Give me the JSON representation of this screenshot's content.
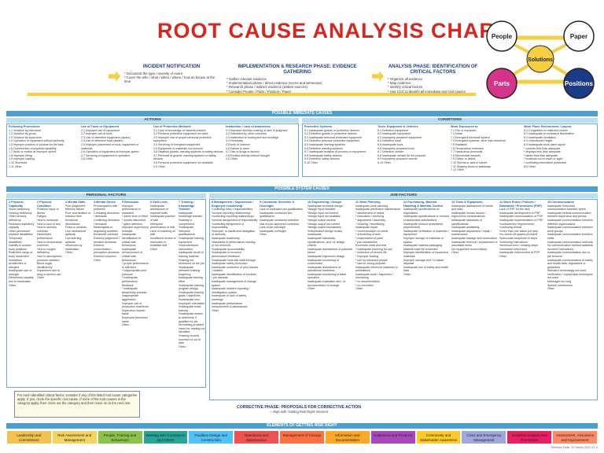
{
  "title": "ROOT CAUSE ANALYSIS CHART",
  "puzzle": {
    "people": "People",
    "paper": "Paper",
    "solutions": "Solutions",
    "parts": "Parts",
    "positions": "Positions"
  },
  "top_steps": {
    "incident": {
      "heading": "INCIDENT NOTIFICATION"
    },
    "implementation": {
      "heading": "IMPLEMENTATION & RESEARCH PHASE: EVIDENCE GATHERING",
      "items": [
        "* Gather relevant evidence",
        "* Implementation phase / direct evidence (scene and witnesses)",
        "* Research phase / indirect evidence (written sources)",
        "* Consider People / Parts / Position / Paper"
      ]
    },
    "analysis": {
      "heading": "ANALYSIS PHASE: IDENTIFICATION OF CRITICAL FACTORS",
      "items": [
        "* Organize all evidence",
        "* Map evidence",
        "* Identify critical factors",
        "* Use CCC to identify all immediate and root causes"
      ]
    },
    "incident_items": [
      "* Document the type / severity of event",
      "* Cover the who / what / when / where / how as known at the time"
    ]
  },
  "bands": {
    "immediate": "POSSIBLE IMMEDIATE CAUSES",
    "actions": "ACTIONS",
    "conditions": "CONDITIONS",
    "system": "POSSIBLE SYSTEM CAUSES",
    "personal": "PERSONAL FACTORS",
    "job": "JOB FACTORS",
    "elements": "ELEMENTS OF GETTING RISK RIGHT"
  },
  "note": "For each identified critical factor, consider if any of the listed root cause categories apply. If yes, circle the specific root cause. If none of the root causes in the category apply, then cross out the category and then move on to the next one.",
  "corrective": {
    "title": "CORRECTIVE PHASE: PROPOSALS FOR CORRECTIVE ACTION",
    "subtitle": "~ Align with 'Getting Risk Right' element"
  },
  "elements": [
    {
      "label": "Leadership and Commitment",
      "color": "#f2c14e"
    },
    {
      "label": "Risk Assessment and Management",
      "color": "#f4d35e"
    },
    {
      "label": "People, Training and Behaviours",
      "color": "#8bc34a"
    },
    {
      "label": "Working with Contractors and Others",
      "color": "#26a69a"
    },
    {
      "label": "Facilities Design and Construction",
      "color": "#4fc3f7"
    },
    {
      "label": "Operations and Maintenance",
      "color": "#ef5350"
    },
    {
      "label": "Management of Change",
      "color": "#ff7043"
    },
    {
      "label": "Information and Documentation",
      "color": "#ffa726"
    },
    {
      "label": "Customers and Products",
      "color": "#ab47bc"
    },
    {
      "label": "Community and Stakeholder Awareness",
      "color": "#ffca28"
    },
    {
      "label": "Crisis and Emergency Management",
      "color": "#9fa8da"
    },
    {
      "label": "Incidents Analysis and Prevention",
      "color": "#e91e63"
    },
    {
      "label": "Assessment, Assurance and Improvement",
      "color": "#ff8a65"
    }
  ],
  "footer": "Revision Date: 10 March 2011 V1.4",
  "actions_cols": [
    {
      "h": "Following Procedures",
      "items": [
        "1.1 Violation by individual",
        "1.2 Violation by group",
        "1.3 Violation by supervisor",
        "1.4 Operation of equipment without authority",
        "1.5 Improper position or posture for the task",
        "1.6 Overexertion of physical capability",
        "1.7 Work or motion at improper speed",
        "1.8 Improper lifting",
        "1.9 Improper loading",
        "1.10 Shortcuts",
        "1.11 Other"
      ]
    },
    {
      "h": "Use of Tools or Equipment",
      "items": [
        "2.1 Improper use of equipment",
        "2.2 Improper use of tools",
        "2.3 Use of defective equipment (aware)",
        "2.4 Use of defective tools (aware)",
        "2.5 Improper placement of tools, equipment or materials",
        "2.6 Operation of equipment at improper speed",
        "2.7 Servicing of equipment in operation",
        "2.8 Other"
      ]
    },
    {
      "h": "Use of Protective Methods",
      "items": [
        "3.1 Lack of knowledge of hazards present",
        "3.2 Personal protective equipment not used",
        "3.3 Improper use of proper personal protective equipment",
        "3.4 Servicing of energized equipment",
        "3.5 Equipment or materials not secured",
        "3.6 Disabled guards, warning systems or safety devices",
        "3.7 Removal of guards, warning systems or safety devices",
        "3.8 Personal protective equipment not available",
        "3.9 Other"
      ]
    },
    {
      "h": "Inattention / Lack of Awareness",
      "items": [
        "4.1 Improper decision making or lack of judgment",
        "4.2 Distracted by other concerns",
        "4.3 Inattention to footing and surroundings",
        "4.4 Horseplay",
        "4.5 Acts of violence",
        "4.6 Failure to warn",
        "4.7 Use of drugs or alcohol",
        "4.8 Routine activity without thought",
        "4.9 Other"
      ]
    }
  ],
  "conditions_cols": [
    {
      "h": "Protective Systems",
      "items": [
        "5.1 Inadequate guards or protective devices",
        "5.2 Defective guards or protective devices",
        "5.3 Inadequate personal protective equipment",
        "5.4 Defective personal protective equipment",
        "5.5 Inadequate warning systems",
        "5.6 Defective warning systems",
        "5.7 Inadequate isolation of process or equipment",
        "5.8 Inadequate safety devices",
        "5.9 Defective safety devices",
        "5.10 Other"
      ]
    },
    {
      "h": "Tools, Equipment & Vehicles",
      "items": [
        "6.1 Defective equipment",
        "6.2 Inadequate equipment",
        "6.3 Improperly prepared equipment",
        "6.4 Defective tools",
        "6.5 Inadequate tools",
        "6.6 Improperly prepared tools",
        "6.7 Defective vehicle",
        "6.8 Inadequate vehicle for the purpose",
        "6.9 Improperly prepared vehicle",
        "6.10 Other"
      ]
    },
    {
      "h": "Work Exposures to",
      "items": [
        "7.1 Fire or explosion",
        "7.2 Noise",
        "7.3 Energized electrical system",
        "7.4 Energized systems, other than electrical",
        "7.5 Radiation",
        "7.6 Temperature extremes",
        "7.7 Hazardous chemicals",
        "7.8 Mechanical hazards",
        "7.9 Clutter or debris",
        "7.10 Storms or acts of nature",
        "7.11 Slippery floors or walkways",
        "7.12 Other"
      ]
    },
    {
      "h": "Work Place Environment / Layout",
      "items": [
        "8.1 Congestion or restricted motion",
        "8.2 Inadequate or excessive illumination",
        "8.3 Inadequate ventilation",
        "8.4 Unprotected height",
        "8.5 Inadequate work place layout",
        "  * controls less than adequate",
        "  * displays less than adequate",
        "  * labels less than adequate",
        "  * locations out of reach or sight",
        "  * conflicting information presented",
        "8.6 Other"
      ]
    }
  ],
  "personal_cols": [
    {
      "h": "1 Physical Capability",
      "items": [
        "Vision deficiency",
        "Hearing deficiency",
        "Other sensory deficiency",
        "Reduced respiratory capacity",
        "Other permanent physical disabilities",
        "Temporary disabilities",
        "Inability to sustain body positions",
        "Restricted range of body movement",
        "Substance sensitivities or allergies",
        "Inadequate size or strength",
        "Diminished capacity due to medication",
        "Other"
      ]
    },
    {
      "h": "2 Physical Condition",
      "items": [
        "Previous injury or illness",
        "Fatigue",
        "  *due to workload",
        "  *due to lack of rest",
        "  *due to sensory overload",
        "Diminished performance",
        "  *due to temperature extremes",
        "  *due to oxygen deficiency",
        "  *due to atmospheric pressure variation",
        "Blood sugar insufficiency",
        "Impairment due to drug or alcohol use",
        "Other"
      ]
    },
    {
      "h": "3 Mental State",
      "items": [
        "Poor judgement",
        "Memory failure",
        "Poor coordination or reaction time",
        "Emotional disturbance",
        "Fears or phobias",
        "Low mechanical aptitude",
        "Low learning aptitude",
        "Influenced by medication",
        "Other"
      ]
    },
    {
      "h": "4 Mental Stress",
      "items": [
        "Preoccupation with problems",
        "Confusing directions / demands",
        "Conflicting directions / demands",
        "Meaningless or degrading activities",
        "Emotional overload",
        "Extreme judgement / decision demands",
        "Extreme concentration / perception demands",
        "Extreme boredom",
        "Other"
      ]
    },
    {
      "h": "5 Behaviour",
      "items": [
        "Improper performance is rewarded",
        "  * saves time or effort",
        "  * avoids discomfort",
        "  * gains attention",
        "Improper supervisory example",
        "Inadequate identification of critical safe behaviours",
        "Inadequate reinforcement of critical safe behaviours",
        "  * proper performance is criticised",
        "  * inappropriate peer pressure",
        "  * inadequate performance feedback",
        "  * inadequate disciplinary process",
        "Inappropriate aggression",
        "Improper use of production incentives",
        "Supervisor implied haste",
        "Employee perceived haste",
        "Other"
      ]
    },
    {
      "h": "6 Skill Level",
      "items": [
        "Inadequate assessment of required skills",
        "Inadequate practice of skill",
        "Infrequent performance of skill",
        "Lack of coaching on skill",
        "Insufficient review of instruction to establish skill",
        "Other"
      ]
    },
    {
      "h": "7 Training / Knowledge Transfer",
      "items": [
        "Inadequate knowledge transfer",
        "  *inability to comprehend",
        "  *inadequate instructor qualifications",
        "  *inadequate training equipment",
        "  *misunderstood instructions",
        "Inadequate recall of training material",
        "  *training not reinforced on the job",
        "  *inadequate refresher training frequency",
        "Inadequate training effort",
        "  *inadequate training program design",
        "  *inadequate training goals / objectives",
        "  *inadequate new employee orientation",
        "  *inadequate initial training",
        "  *inadequate means to determine if qualified for job",
        "No training provided",
        "  *need for training not identified",
        "  *training records incorrect or out of date",
        "Other"
      ]
    }
  ],
  "job_cols": [
    {
      "h": "8 Management / Supervision / Employee Leadership",
      "items": [
        "Conflicting roles / responsibilities",
        "  *unclear reporting relationships",
        "  *conflicting reporting relationships",
        "  *unclear assignment of responsibility",
        "  *conflicting assignment of responsibility",
        "  *improper or insufficient delegation of authority",
        "Inadequate leadership",
        "  *standards of performance missing or not enforced",
        "  *inadequate accountability",
        "  *inadequate or incorrect performance feedback",
        "  *inadequate work site walk through",
        "Inadequate safety promotion",
        "Inadequate correction of prior hazard / incident",
        "Inadequate identification of worksite / job hazards",
        "Inadequate management of change system",
        "Inadequate incident reporting / investigation system",
        "Inadequate or lack of safety meetings",
        "Inadequate performance measurement & assessment",
        "Other"
      ]
    },
    {
      "h": "9 Contractor Selection & Oversight",
      "items": [
        "Lack of contractor pre-qualification",
        "Inadequate contractor pre-qualification",
        "Inadequate contractor selection",
        "Use of non-approved contractor",
        "Lack of job oversight",
        "Inadequate oversight",
        "Other"
      ]
    },
    {
      "h": "10 Engineering / Design",
      "items": [
        "Inadequate technical design",
        "  *design input obsolete",
        "  *design input not correct",
        "  *design input not available",
        "  *design output unclear",
        "  *design output not correct",
        "  *design output inconsistent",
        "  *independent design review inadequate",
        "Inadequate standards, specifications, and / or design criteria",
        "Inadequate assessment of potential failure",
        "Inadequate ergonomic design",
        "Inadequate monitoring of construction",
        "Inadequate assessment of operational readiness",
        "Inadequate monitoring of initial operation",
        "Inadequate evaluation and / or documentation of change",
        "Other"
      ]
    },
    {
      "h": "11 Work Planning",
      "items": [
        "Inadequate work planning",
        "Inadequate preventive maintenance",
        "  * assessment of needs",
        "  * lubrication / servicing",
        "  * adjustment / assembly",
        "  * cleaning / resurfacing",
        "Inadequate repair",
        "  * communication of needs",
        "  * scheduling of work",
        "  * examination of parts",
        "  * part substitution",
        "Excessive wear and tear",
        "  * inadequate planning for use",
        "  * extension of service life",
        "  * improper loading",
        "  * use by untrained people",
        "  * use for wrong purpose",
        "Inadequate reference materials or publications",
        "Inadequate audit / inspection / monitoring",
        "  * no documentation",
        "  * no correction",
        "Other"
      ]
    },
    {
      "h": "12 Purchasing, Material Handling & Material Control",
      "items": [
        "Inadequate specifications on requisitions",
        "Inadequate specifications to vendors",
        "Unauthorized substitutions",
        "Inadequate product acceptance requirements",
        "Inadequate verification of materials / equipment",
        "Improper storage of materials or spares",
        "Inadequate material packaging",
        "Material shelf life exceeded",
        "Improper identification of hazardous materials",
        "Improper salvage and / or waste disposal",
        "Inadequate use of safety and health data",
        "Other"
      ]
    },
    {
      "h": "13 Tools & Equipment",
      "items": [
        "Inadequate assessment of needs and risks",
        "Inadequate human factors / ergonomics considerations",
        "Inadequate standards or specifications",
        "Inadequate availability",
        "Inadequate adjustment / repair / maintenance",
        "Inadequate salvage and reclamation",
        "Inadequate removal / replacement of unsuitable items",
        "No equipment record history",
        "Other"
      ]
    },
    {
      "h": "14 Work Rules / Policies / Standards / Procedures (PSP)",
      "items": [
        "Lack of PSP for the task",
        "Inadequate development of PSP",
        "Inadequate communication of PSP",
        "Inadequate implementation of PSP",
        "  *contradictory requirements",
        "  *confusing format",
        "  *more than one action per step",
        "  *no check-off spaces provided",
        "  *inaccurate sequence of steps",
        "  *confusing instructions",
        "  *technical error / missing steps",
        "  *excessive references",
        "Inadequate enforcement of PSP",
        "Other"
      ]
    },
    {
      "h": "15 Communication",
      "items": [
        "Inadequate horizontal communication between peers",
        "Inadequate vertical communication between supervisor and person",
        "Inadequate communication between different organizations",
        "Inadequate communication between work groups",
        "Inadequate communication between shifts",
        "Inadequate communication methods",
        "No communication method available",
        "Incorrect instructions",
        "Inadequate communication due to job turnover",
        "Inadequate communication of safety and health data, regulations or guidelines",
        "Standard terminology not used",
        "Verification / repeat back techniques not used",
        "Messages too long",
        "Speech interference",
        "Other"
      ]
    }
  ]
}
